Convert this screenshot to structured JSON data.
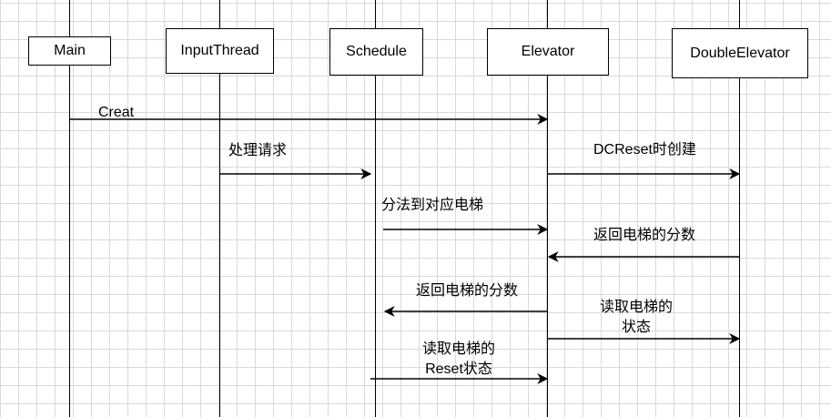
{
  "diagram": {
    "actors": [
      {
        "id": "main",
        "label": "Main"
      },
      {
        "id": "input_thread",
        "label": "InputThread"
      },
      {
        "id": "schedule",
        "label": "Schedule"
      },
      {
        "id": "elevator",
        "label": "Elevator"
      },
      {
        "id": "double_elevator",
        "label": "DoubleElevator"
      }
    ],
    "messages": [
      {
        "from": "main",
        "to": "elevator",
        "label": "Creat"
      },
      {
        "from": "input_thread",
        "to": "schedule",
        "label": "处理请求"
      },
      {
        "from": "elevator",
        "to": "double_elevator",
        "label": "DCReset时创建"
      },
      {
        "from": "schedule",
        "to": "elevator",
        "label": "分法到对应电梯"
      },
      {
        "from": "double_elevator",
        "to": "elevator",
        "label": "返回电梯的分数"
      },
      {
        "from": "elevator",
        "to": "schedule",
        "label": "返回电梯的分数"
      },
      {
        "from": "elevator",
        "to": "double_elevator",
        "label_lines": [
          "读取电梯的",
          "状态"
        ]
      },
      {
        "from": "schedule",
        "to": "elevator",
        "label_lines": [
          "读取电梯的",
          "Reset状态"
        ]
      }
    ]
  }
}
